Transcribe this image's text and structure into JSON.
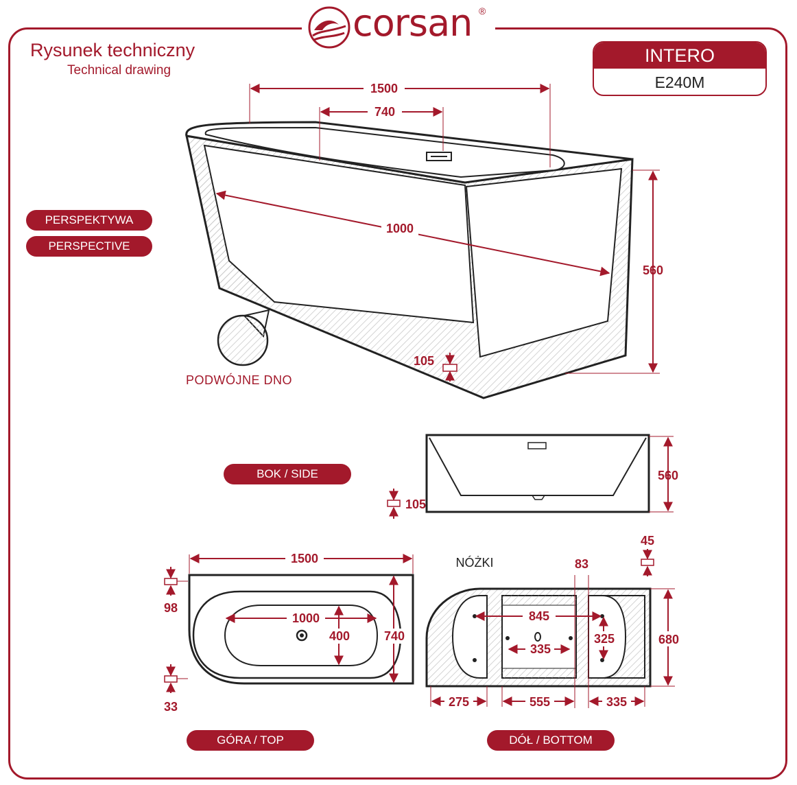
{
  "brand": {
    "name": "corsan",
    "registered": "®"
  },
  "title": {
    "pl": "Rysunek techniczny",
    "en": "Technical drawing"
  },
  "model": {
    "name": "INTERO",
    "code": "E240M"
  },
  "views": {
    "perspective_pl": "PERSPEKTYWA",
    "perspective_en": "PERSPECTIVE",
    "side": "BOK / SIDE",
    "top": "GÓRA / TOP",
    "bottom": "DÓŁ / BOTTOM"
  },
  "labels": {
    "double_bottom": "PODWÓJNE DNO",
    "feet": "NÓŻKI"
  },
  "dimensions": {
    "perspective": {
      "length": "1500",
      "width": "740",
      "inner_length": "1000",
      "height": "560",
      "base": "105"
    },
    "side": {
      "height": "560",
      "base": "105"
    },
    "top": {
      "length": "1500",
      "inner_length": "1000",
      "inner_width": "400",
      "width": "740",
      "rim_top": "98",
      "rim_bottom": "33"
    },
    "bottom": {
      "foot_offset": "45",
      "spacing": "83",
      "feet_span": "845",
      "width": "680",
      "feet_depth": "325",
      "inner_span": "335",
      "seg_left": "275",
      "seg_middle": "555",
      "seg_right": "335"
    }
  },
  "colors": {
    "accent": "#a3192b",
    "line": "#222222"
  }
}
